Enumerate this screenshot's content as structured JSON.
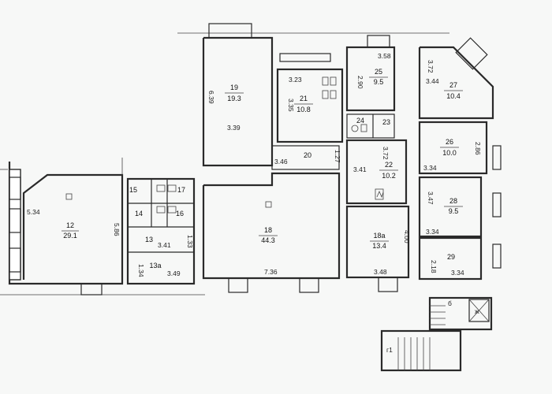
{
  "rooms": [
    {
      "id": "room-12",
      "number": "12",
      "area": "29.1"
    },
    {
      "id": "room-13",
      "number": "13",
      "area": ""
    },
    {
      "id": "room-13a",
      "number": "13a",
      "area": ""
    },
    {
      "id": "room-14",
      "number": "14",
      "area": ""
    },
    {
      "id": "room-15",
      "number": "15",
      "area": ""
    },
    {
      "id": "room-16",
      "number": "16",
      "area": ""
    },
    {
      "id": "room-17",
      "number": "17",
      "area": ""
    },
    {
      "id": "room-18",
      "number": "18",
      "area": "44.3"
    },
    {
      "id": "room-18a",
      "number": "18a",
      "area": "13.4"
    },
    {
      "id": "room-19",
      "number": "19",
      "area": "19.3"
    },
    {
      "id": "room-20",
      "number": "20",
      "area": ""
    },
    {
      "id": "room-21",
      "number": "21",
      "area": "10.8"
    },
    {
      "id": "room-22",
      "number": "22",
      "area": "10.2"
    },
    {
      "id": "room-23",
      "number": "23",
      "area": ""
    },
    {
      "id": "room-24",
      "number": "24",
      "area": ""
    },
    {
      "id": "room-25",
      "number": "25",
      "area": "9.5"
    },
    {
      "id": "room-26",
      "number": "26",
      "area": "10.0"
    },
    {
      "id": "room-27",
      "number": "27",
      "area": "10.4"
    },
    {
      "id": "room-28",
      "number": "28",
      "area": "9.5"
    },
    {
      "id": "room-29",
      "number": "29",
      "area": ""
    }
  ],
  "dimensions": [
    "5.34",
    "5.86",
    "3.41",
    "1.33",
    "1.34",
    "3.49",
    "7.36",
    "6.39",
    "3.39",
    "3.46",
    "1.27",
    "3.23",
    "3.35",
    "3.58",
    "2.90",
    "3.72",
    "3.41",
    "4.00",
    "3.48",
    "2.18",
    "3.34",
    "3.72",
    "3.44",
    "2.86",
    "3.34",
    "3.47",
    "3.34"
  ],
  "stair_labels": [
    "б",
    "г1",
    "ж"
  ]
}
